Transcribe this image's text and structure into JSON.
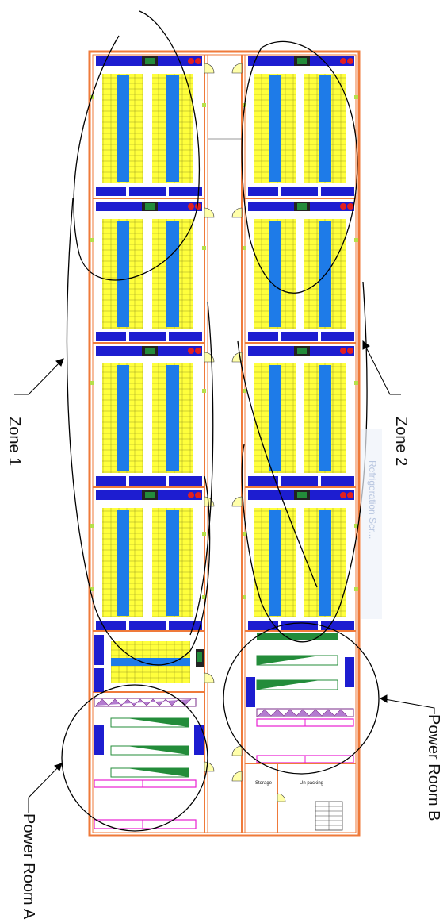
{
  "labels": {
    "zone1": "Zone 1",
    "zone2": "Zone 2",
    "power_room_a": "Power Room A",
    "power_room_b": "Power Room B"
  },
  "rooms": {
    "storage": "Storage",
    "unpacking": "Un packing"
  },
  "watermark": "Refrigeration Scr...",
  "colors": {
    "wall": "#ef7a3a",
    "rack": "#ffff3c",
    "aisle": "#1e7be8",
    "cooling_unit": "#1d1dd0",
    "fire_equipment": "#e21f1f",
    "transformer_green": "#238c3a",
    "pdu_magenta": "#e81ed2",
    "accent_green": "#b6e04a"
  }
}
